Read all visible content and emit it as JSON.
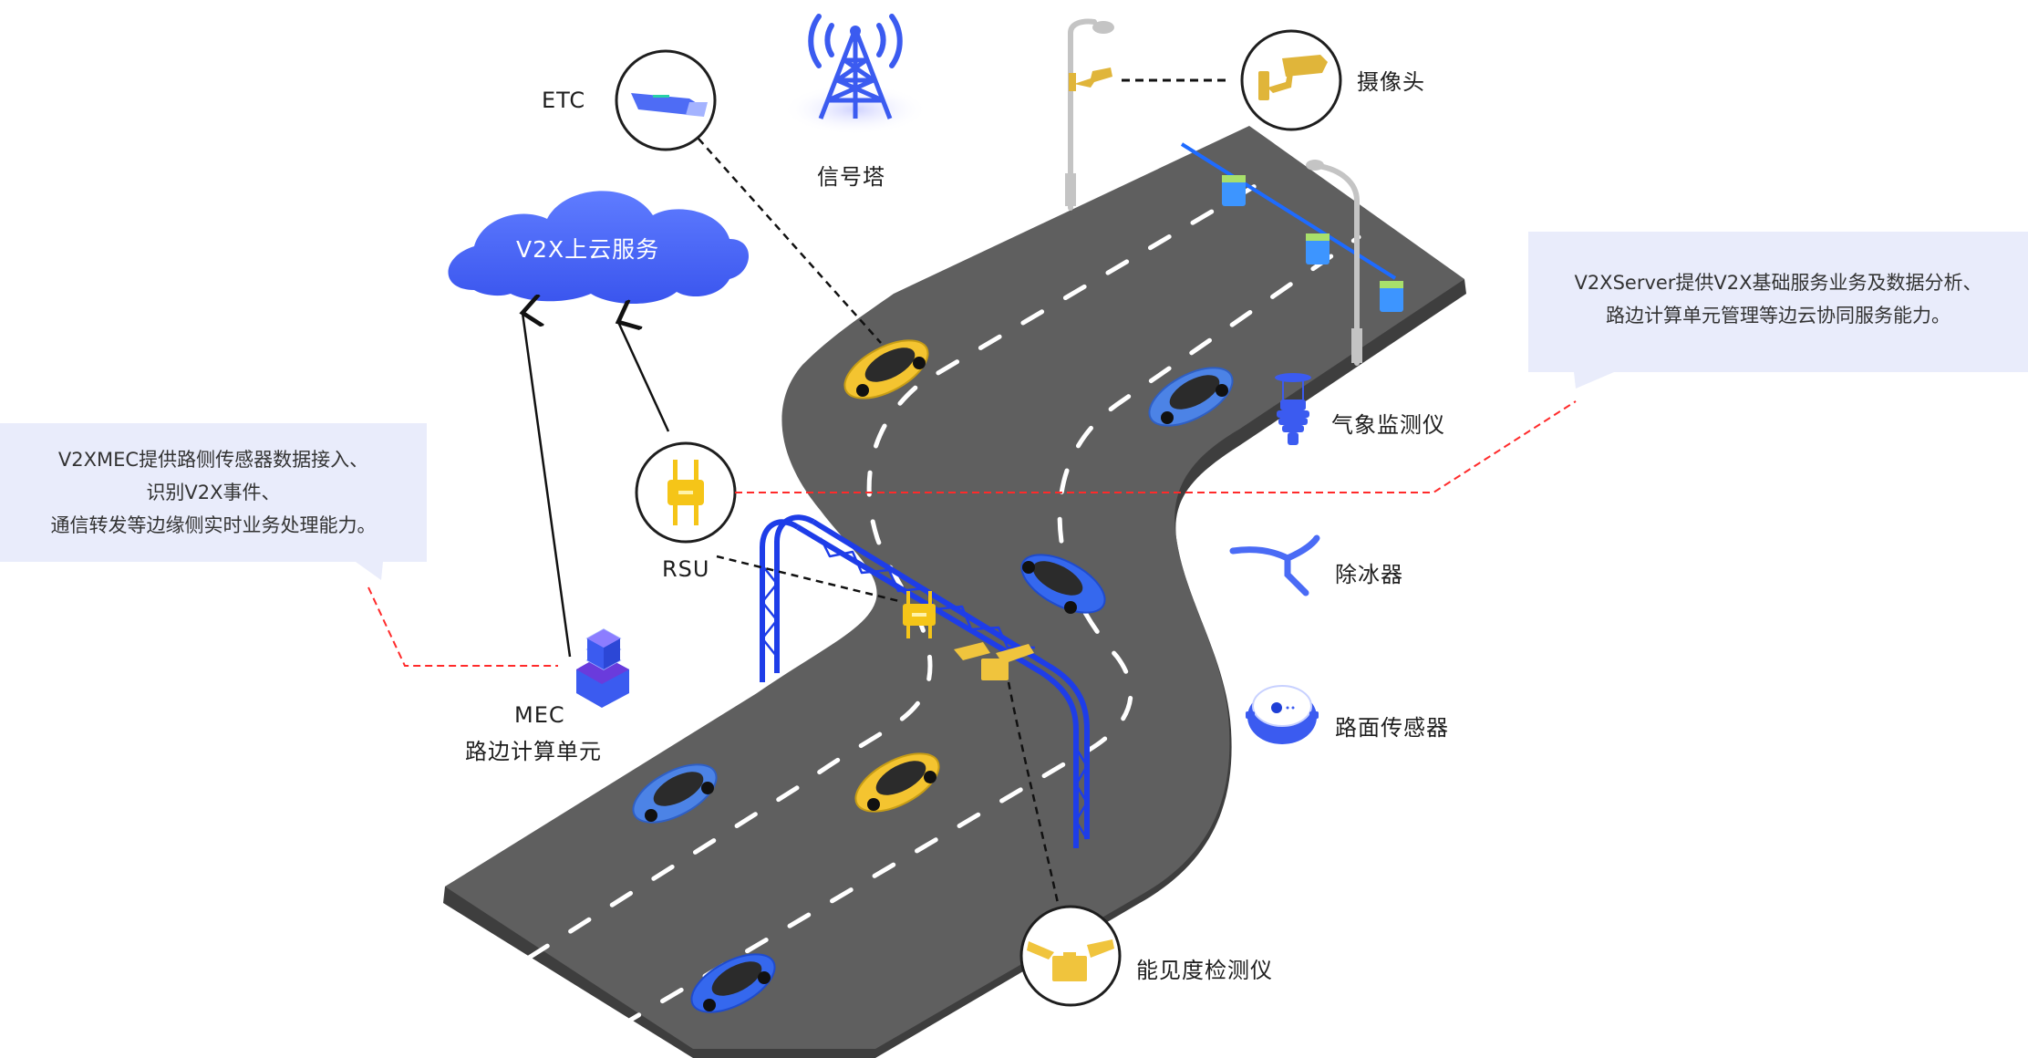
{
  "diagram": {
    "title": "V2X roadside infrastructure architecture",
    "cloud": {
      "label": "V2X上云服务",
      "color": "#4a63f2"
    },
    "components": {
      "etc": {
        "label": "ETC"
      },
      "signal_tower": {
        "label": "信号塔"
      },
      "camera": {
        "label": "摄像头"
      },
      "rsu": {
        "label": "RSU"
      },
      "mec": {
        "label_line1": "MEC",
        "label_line2": "路边计算单元"
      },
      "weather_monitor": {
        "label": "气象监测仪"
      },
      "deicer": {
        "label": "除冰器"
      },
      "road_sensor": {
        "label": "路面传感器"
      },
      "visibility_detector": {
        "label": "能见度检测仪"
      }
    },
    "callouts": {
      "mec": {
        "lines": [
          "V2XMEC提供路侧传感器数据接入、",
          "识别V2X事件、",
          "通信转发等边缘侧实时业务处理能力。"
        ]
      },
      "server": {
        "lines": [
          "V2XServer提供V2X基础服务业务及数据分析、",
          "路边计算单元管理等边云协同服务能力。"
        ]
      }
    },
    "colors": {
      "road": "#5f5f5f",
      "road_edge": "#3e3e3e",
      "device_blue": "#3b5bf0",
      "device_yellow": "#f2c230",
      "callout_bg": "#e9ecfb",
      "callout_line": "#ff2a2a",
      "connector": "#111111"
    },
    "connections": [
      {
        "from": "mec",
        "to": "cloud",
        "style": "solid-arrow"
      },
      {
        "from": "rsu",
        "to": "cloud",
        "style": "solid-arrow"
      },
      {
        "from": "etc",
        "to": "yellow-car",
        "style": "dashed"
      },
      {
        "from": "camera",
        "to": "street-lamp-camera",
        "style": "dashed"
      },
      {
        "from": "rsu",
        "to": "gantry-rsu",
        "style": "dashed"
      },
      {
        "from": "visibility_detector",
        "to": "gantry-visibility",
        "style": "dashed"
      },
      {
        "from": "mec-callout",
        "to": "mec",
        "style": "red-dashed"
      },
      {
        "from": "server-callout",
        "to": "rsu",
        "style": "red-dashed"
      }
    ]
  }
}
